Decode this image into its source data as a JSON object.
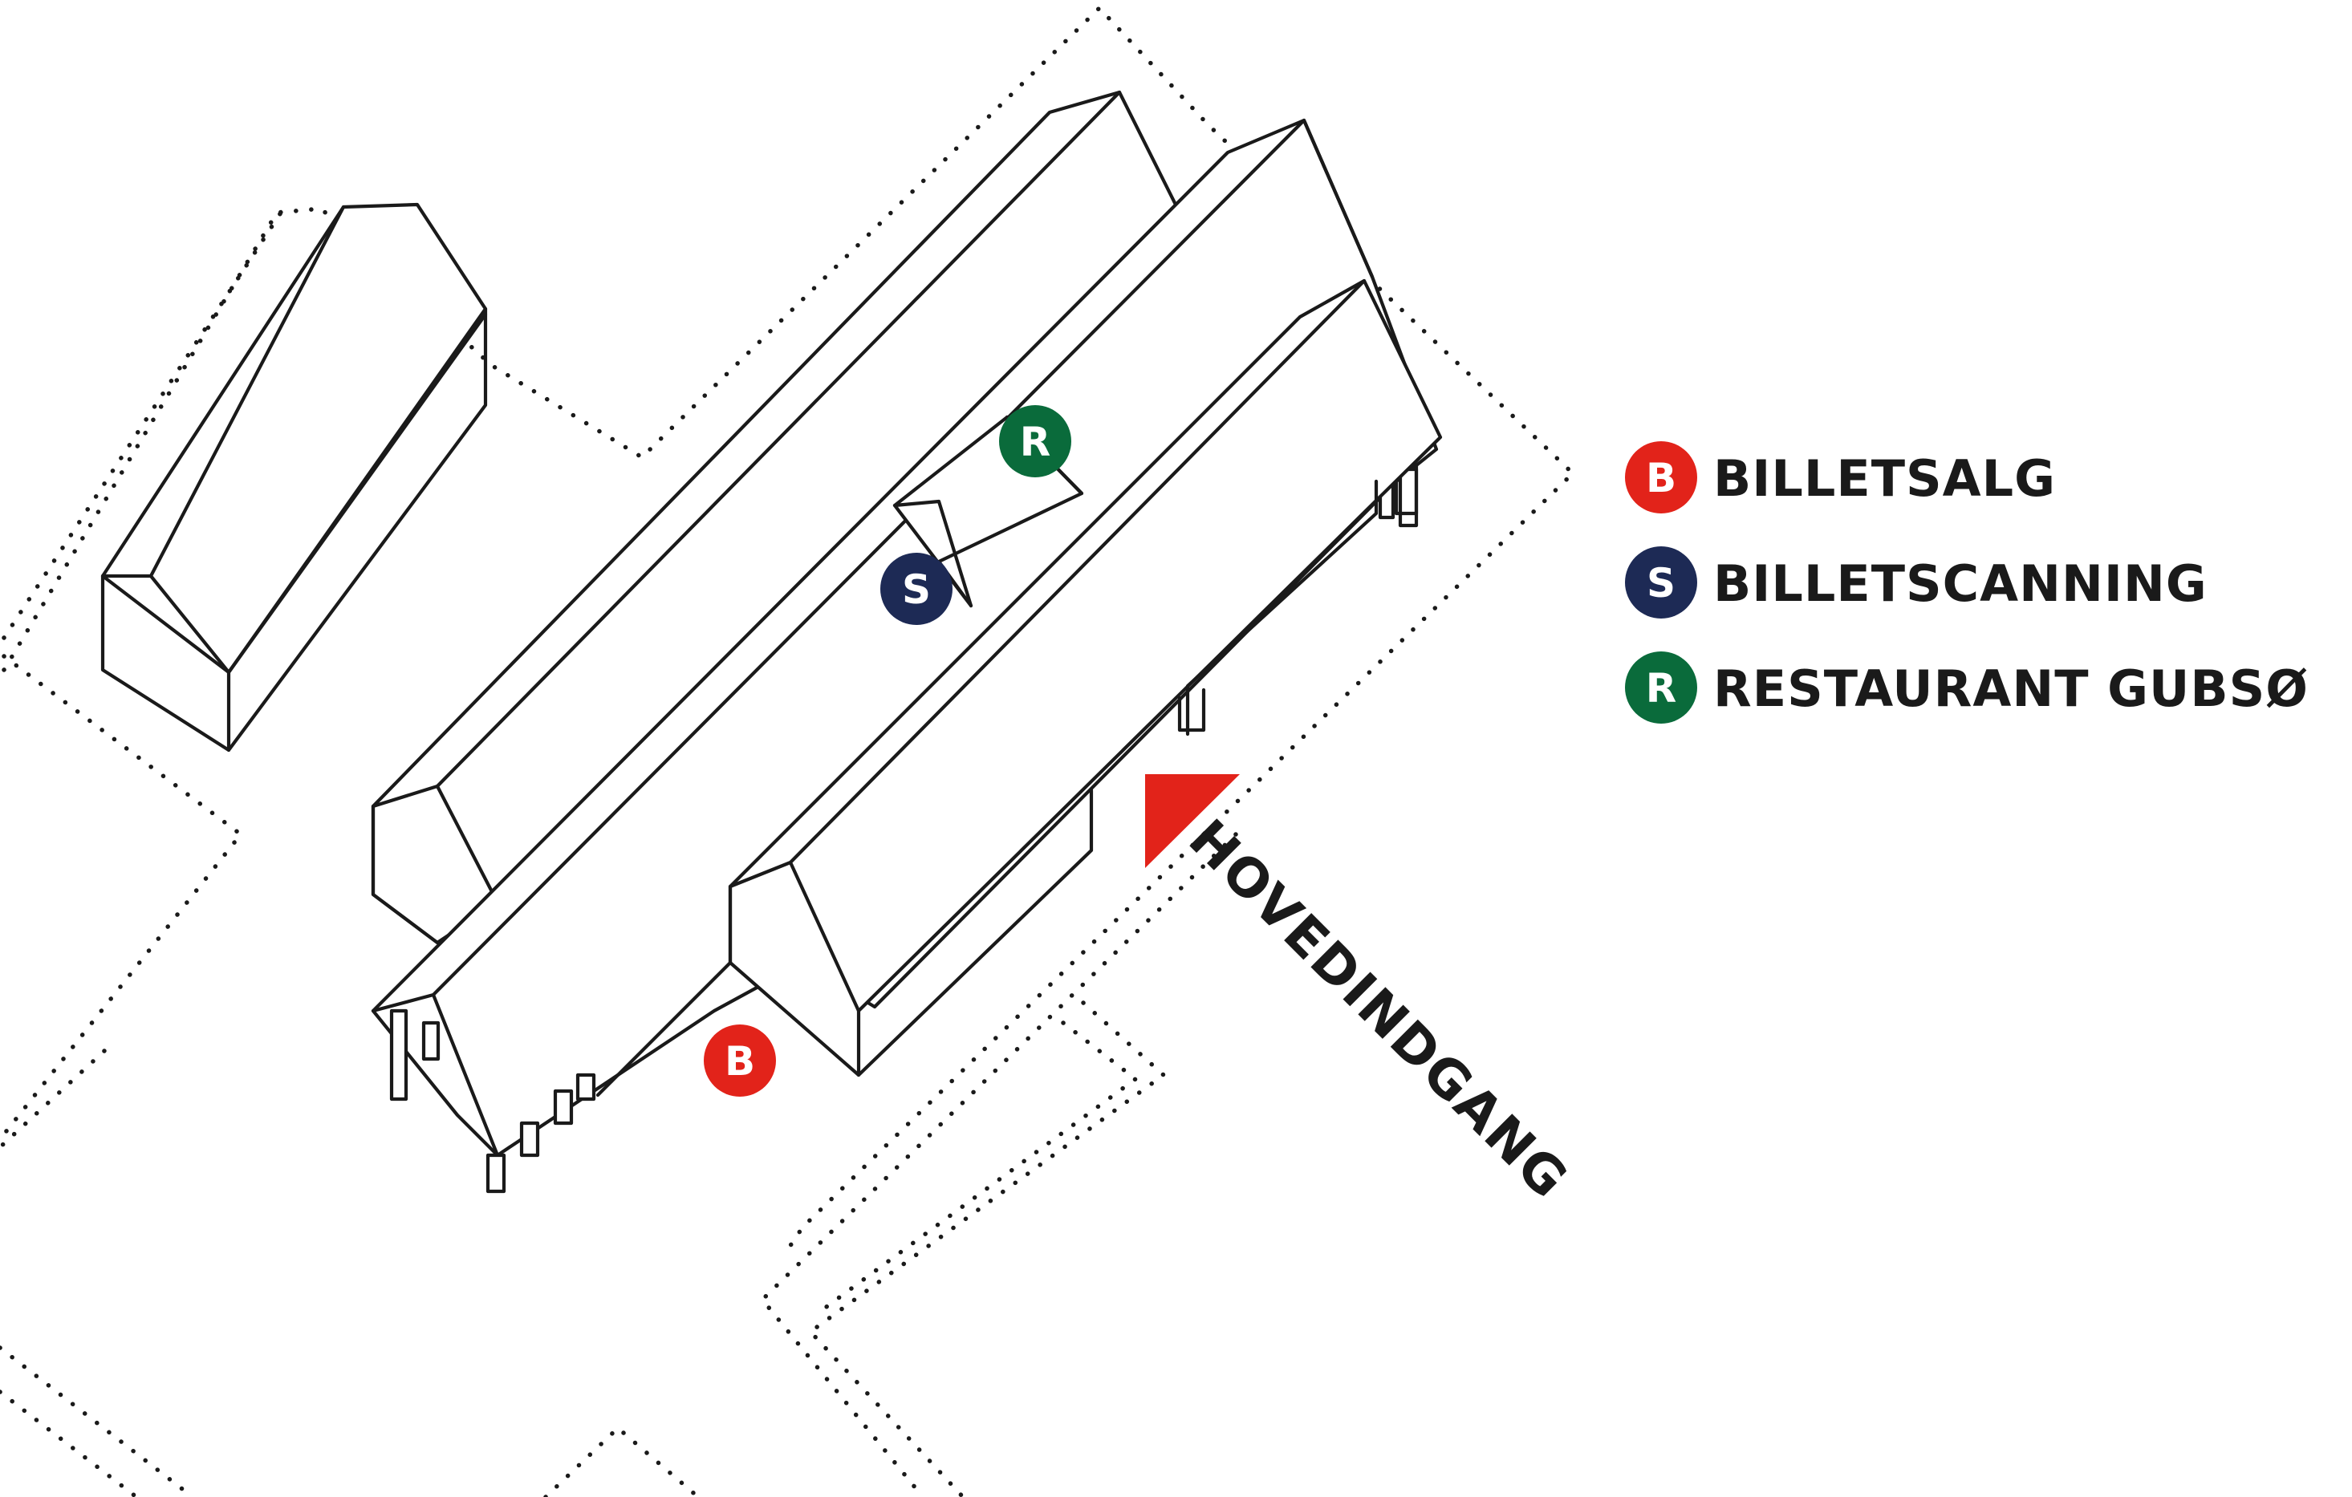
{
  "legend": {
    "items": [
      {
        "letter": "B",
        "label": "BILLETSALG",
        "color": "#e2231a"
      },
      {
        "letter": "S",
        "label": "BILLETSCANNING",
        "color": "#1d2a55"
      },
      {
        "letter": "R",
        "label": "RESTAURANT GUBSØ",
        "color": "#0a6b3b"
      }
    ]
  },
  "markers": [
    {
      "letter": "R",
      "color": "#0a6b3b"
    },
    {
      "letter": "S",
      "color": "#1d2a55"
    },
    {
      "letter": "B",
      "color": "#e2231a"
    }
  ],
  "entrance": {
    "label": "HOVEDINDGANG",
    "arrow_color": "#e2231a",
    "icon": "entrance-arrow-icon"
  }
}
